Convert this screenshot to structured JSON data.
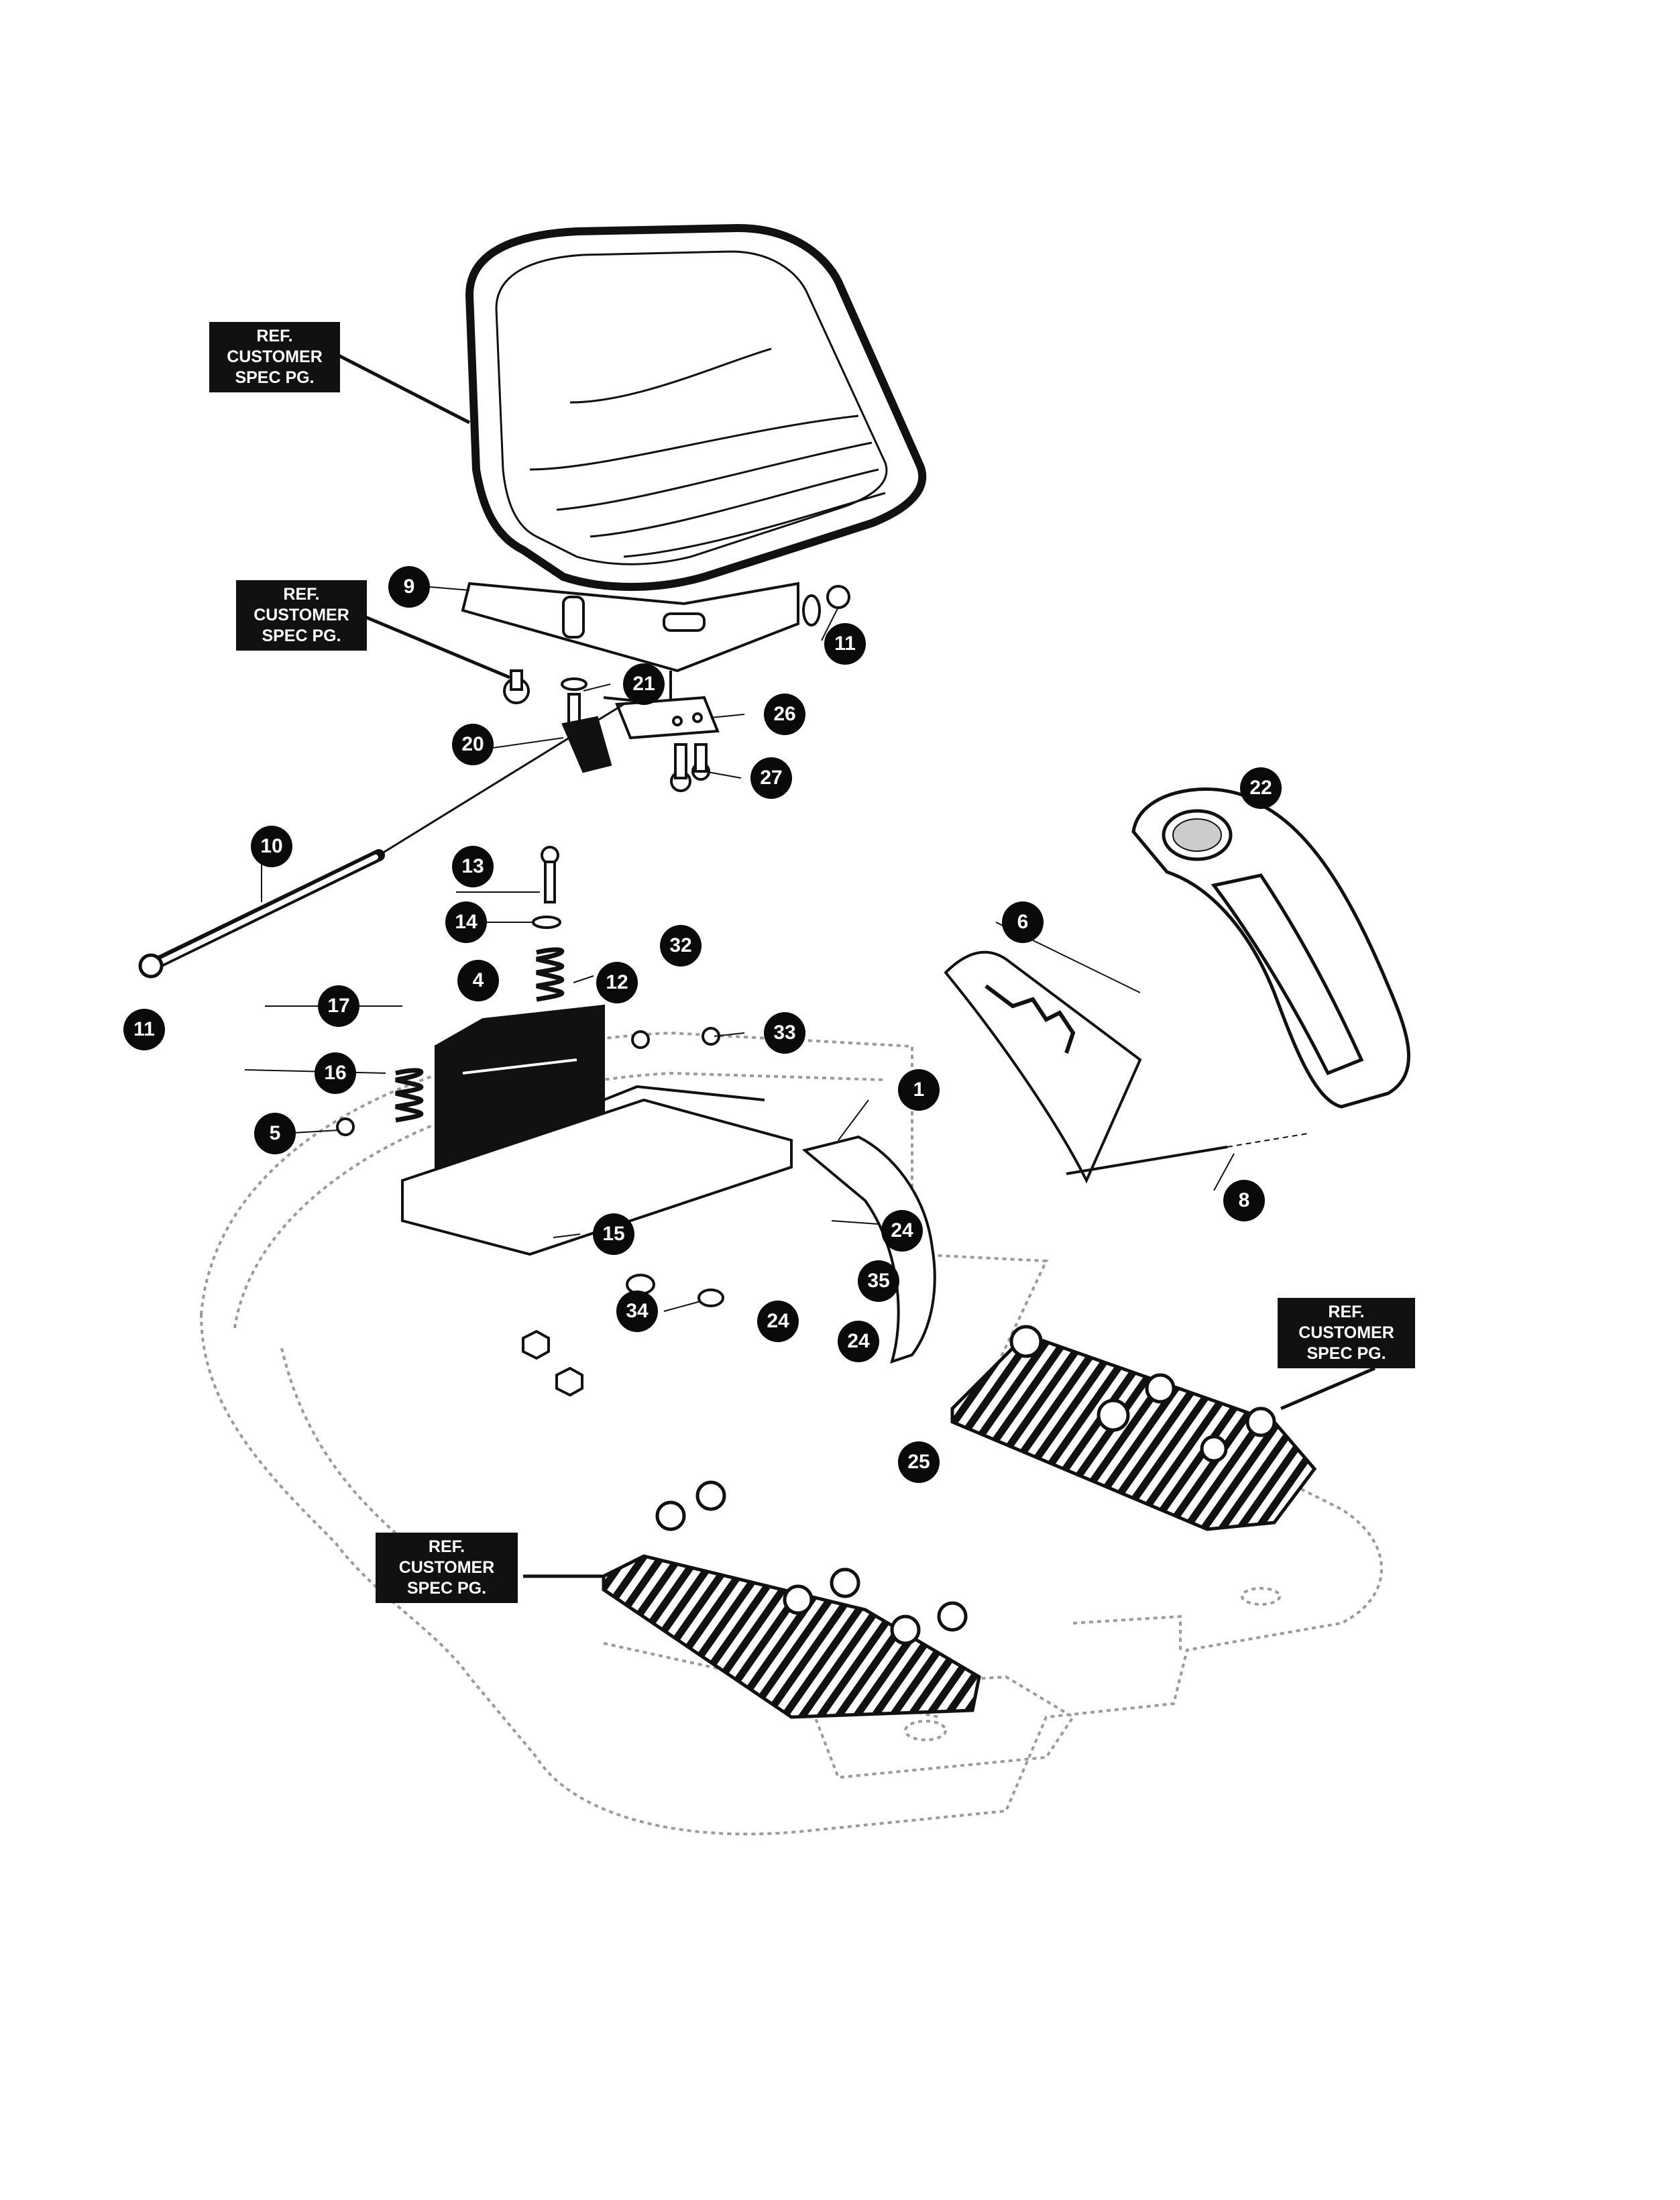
{
  "ref_labels": [
    {
      "line1": "REF.",
      "line2": "CUSTOMER",
      "line3": "SPEC PG."
    },
    {
      "line1": "REF.",
      "line2": "CUSTOMER",
      "line3": "SPEC PG."
    },
    {
      "line1": "REF.",
      "line2": "CUSTOMER",
      "line3": "SPEC PG."
    },
    {
      "line1": "REF.",
      "line2": "CUSTOMER",
      "line3": "SPEC PG."
    }
  ],
  "callouts": [
    "9",
    "11",
    "21",
    "20",
    "26",
    "27",
    "10",
    "11",
    "13",
    "14",
    "12",
    "17",
    "4",
    "16",
    "5",
    "32",
    "33",
    "22",
    "6",
    "1",
    "8",
    "15",
    "24",
    "24",
    "35",
    "34",
    "24",
    "25"
  ],
  "colors": {
    "ink": "#111111",
    "ghost": "#9a9a9a",
    "paper": "#ffffff"
  }
}
